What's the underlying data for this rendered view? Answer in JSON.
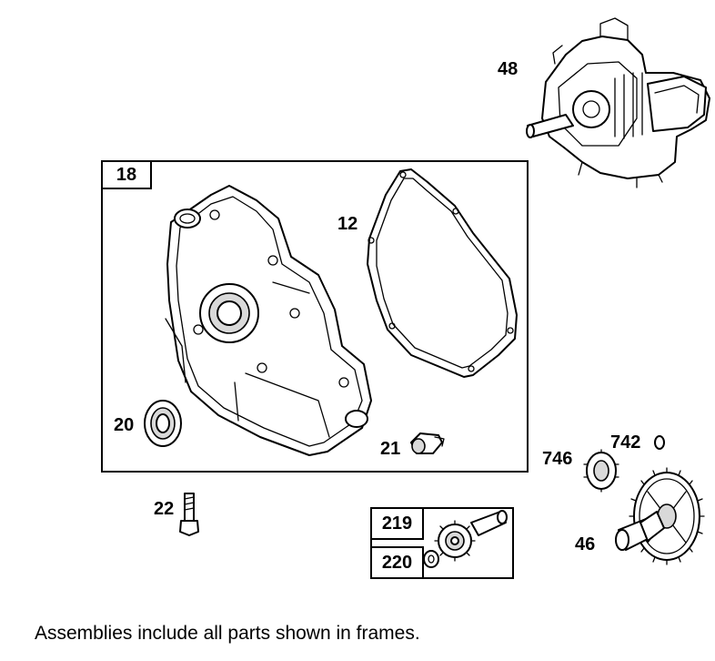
{
  "labels": {
    "p48": "48",
    "p12": "12",
    "p20": "20",
    "p21": "21",
    "p22": "22",
    "p746": "746",
    "p742": "742",
    "p46": "46"
  },
  "frames": {
    "f18": "18",
    "f219": "219",
    "f220": "220"
  },
  "footnote": "Assemblies include all parts shown in frames."
}
